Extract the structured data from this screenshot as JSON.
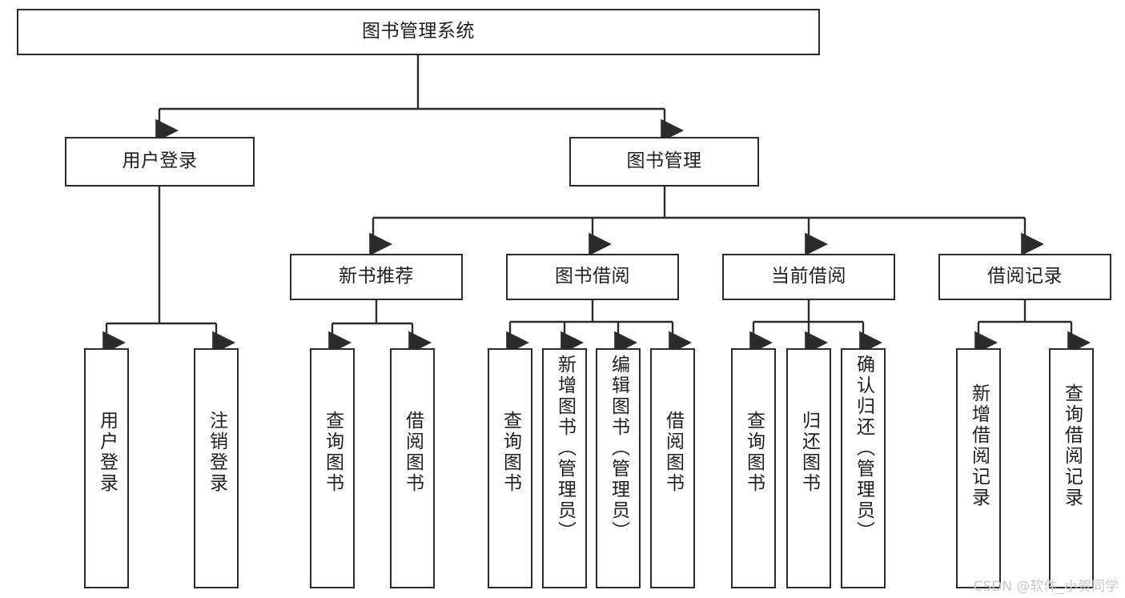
{
  "diagram": {
    "title": "图书管理系统",
    "type": "functional-decomposition-tree",
    "stroke_color": "#2b2b2b",
    "fill_color": "#ffffff",
    "text_color": "#1f1f1f"
  },
  "nodes": {
    "root": {
      "label": "图书管理系统"
    },
    "level2": [
      {
        "label": "用户登录"
      },
      {
        "label": "图书管理"
      }
    ],
    "level3": [
      {
        "label": "新书推荐"
      },
      {
        "label": "图书借阅"
      },
      {
        "label": "当前借阅"
      },
      {
        "label": "借阅记录"
      }
    ],
    "leaves": {
      "user_login": [
        {
          "label": "用户登录"
        },
        {
          "label": "注销登录"
        }
      ],
      "new_book_recommend": [
        {
          "label": "查询图书"
        },
        {
          "label": "借阅图书"
        }
      ],
      "book_borrow": [
        {
          "label": "查询图书"
        },
        {
          "label": "新增图书（管理员）"
        },
        {
          "label": "编辑图书（管理员）"
        },
        {
          "label": "借阅图书"
        }
      ],
      "current_borrow": [
        {
          "label": "查询图书"
        },
        {
          "label": "归还图书"
        },
        {
          "label": "确认归还（管理员）"
        }
      ],
      "borrow_record": [
        {
          "label": "新增借阅记录"
        },
        {
          "label": "查询借阅记录"
        }
      ]
    }
  },
  "watermark": {
    "text": "CSDN @软件_小贺同学"
  }
}
